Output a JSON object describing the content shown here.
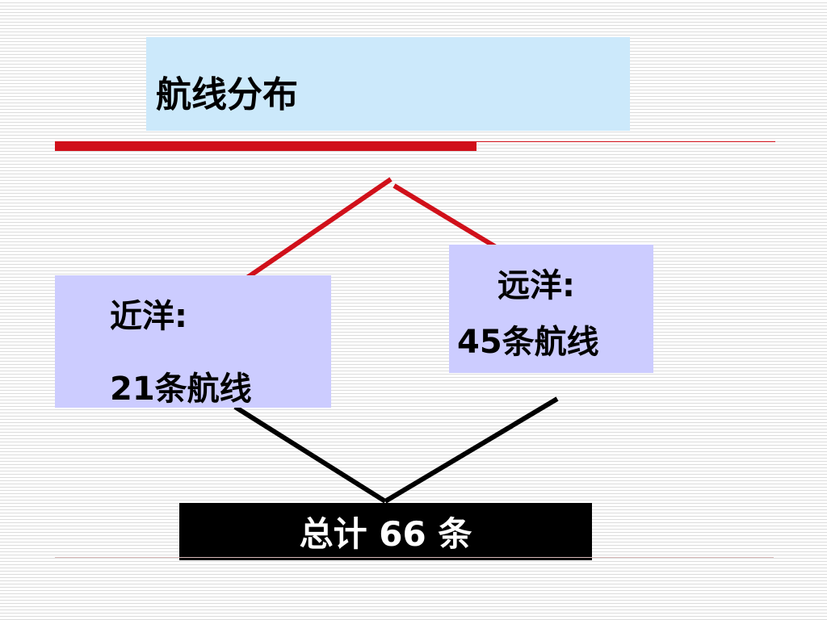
{
  "slide": {
    "title": "航线分布"
  },
  "diagram": {
    "near_sea": {
      "label": "近洋:",
      "count": "21条航线"
    },
    "far_sea": {
      "label": "远洋:",
      "count": "45条航线"
    },
    "total": {
      "text": "总计 66 条"
    }
  },
  "colors": {
    "title_box_bg": "#cce9fb",
    "accent_red": "#d0101a",
    "category_box_bg": "#ccccff",
    "total_box_bg": "#000000",
    "total_text": "#ffffff"
  }
}
